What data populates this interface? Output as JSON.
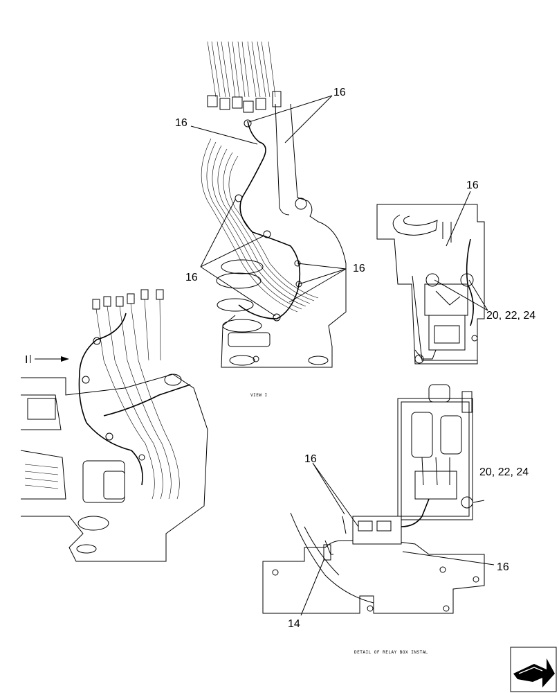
{
  "callouts": {
    "top_16_a": "16",
    "top_16_b": "16",
    "top_16_c": "16",
    "top_16_d": "16",
    "right_16": "16",
    "right_20": "20, 22, 24",
    "lower_16_a": "16",
    "lower_16_b": "16",
    "lower_20": "20, 22, 24",
    "lower_14": "14"
  },
  "view_marker": "I",
  "captions": {
    "view": "VIEW I",
    "detail": "DETAIL OF RELAY BOX INSTAL"
  },
  "icons": {
    "nav": "next-page-arrow-icon"
  }
}
